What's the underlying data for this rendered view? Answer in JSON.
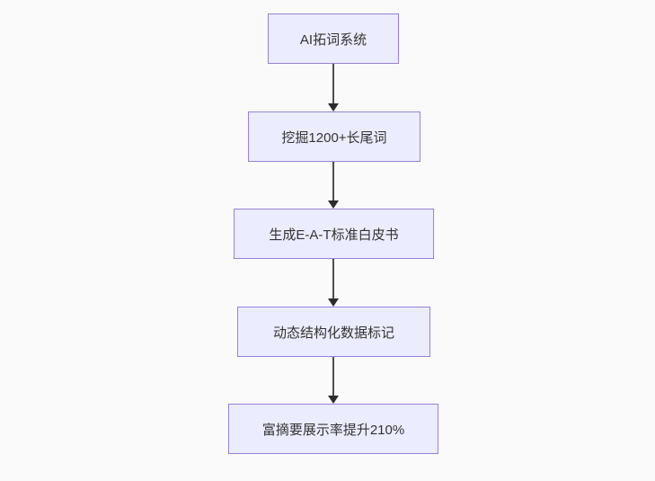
{
  "diagram": {
    "type": "flowchart",
    "direction": "top-down",
    "nodes": [
      {
        "id": "A",
        "label": "AI拓词系统"
      },
      {
        "id": "B",
        "label": "挖掘1200+长尾词"
      },
      {
        "id": "C",
        "label": "生成E-A-T标准白皮书"
      },
      {
        "id": "D",
        "label": "动态结构化数据标记"
      },
      {
        "id": "E",
        "label": "富摘要展示率提升210%"
      }
    ],
    "edges": [
      {
        "from": "A",
        "to": "B"
      },
      {
        "from": "B",
        "to": "C"
      },
      {
        "from": "C",
        "to": "D"
      },
      {
        "from": "D",
        "to": "E"
      }
    ],
    "colors": {
      "background": "#fafafa",
      "node_fill": "#ececff",
      "node_border": "#9881d6",
      "edge_line": "#4d4d4d",
      "edge_arrowhead": "#2b2b2b",
      "text": "#333333"
    }
  }
}
